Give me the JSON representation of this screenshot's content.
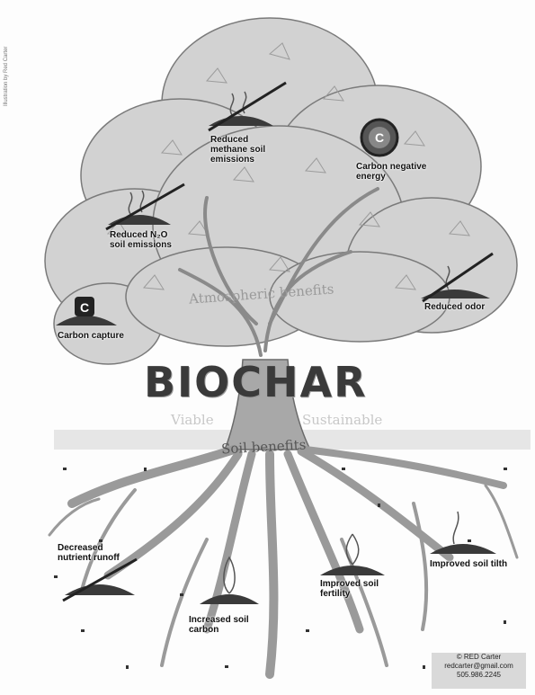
{
  "title": "BIOCHAR",
  "subtitles": {
    "atmospheric": "Atmospheric benefits",
    "viable": "Viable",
    "sustainable": "Sustainable",
    "soil": "Soil benefits"
  },
  "benefits": {
    "carbon_capture": "Carbon capture",
    "reduced_n2o": "Reduced N₂O soil emissions",
    "reduced_methane": "Reduced methane soil emissions",
    "carbon_negative": "Carbon negative energy",
    "reduced_odor": "Reduced odor",
    "decreased_nutrient": "Decreased nutrient runoff",
    "increased_carbon": "Increased soil carbon",
    "improved_fertility": "Improved soil fertility",
    "improved_tilth": "Improved soil tilth"
  },
  "icon_letters": {
    "carbon": "C",
    "carbon_ring": "C"
  },
  "credit": {
    "line1": "© RED Carter",
    "line2": "redcarter@gmail.com",
    "line3": "505.986.2245"
  },
  "side_text": "Illustration by Red Carter"
}
